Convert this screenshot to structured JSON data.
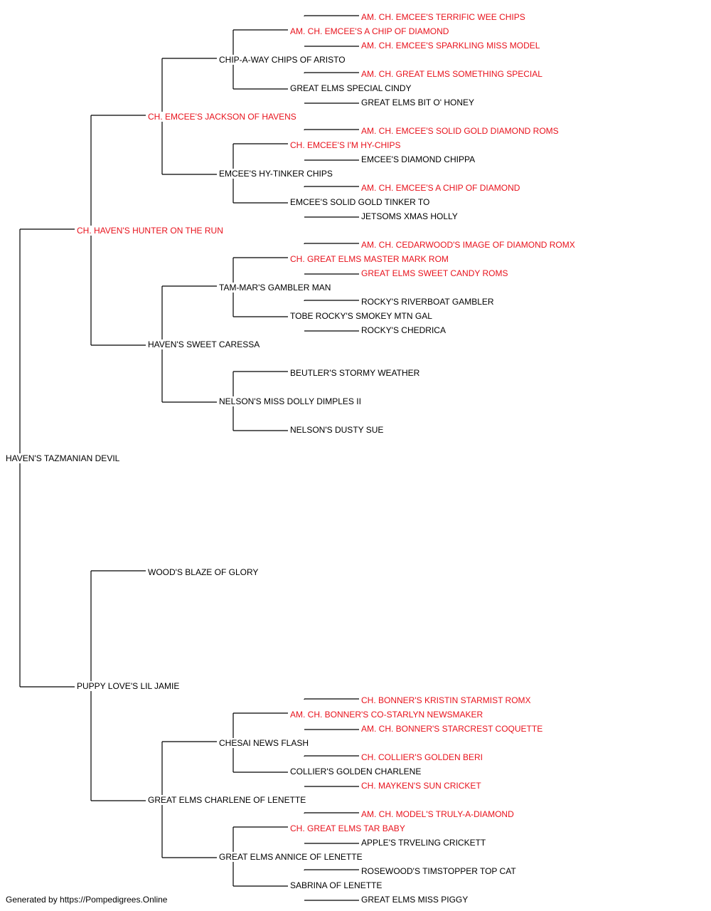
{
  "pedigree": {
    "name": "HAVEN'S TAZMANIAN DEVIL",
    "sire": {
      "name": "CH. HAVEN'S HUNTER ON THE RUN",
      "champion": true,
      "sire": {
        "name": "CH. EMCEE'S JACKSON OF HAVENS",
        "champion": true,
        "sire": {
          "name": "CHIP-A-WAY CHIPS OF ARISTO",
          "sire": {
            "name": "AM. CH. EMCEE'S A CHIP OF DIAMOND",
            "champion": true,
            "sire": {
              "name": "AM. CH. EMCEE'S TERRIFIC WEE CHIPS",
              "champion": true
            },
            "dam": {
              "name": "AM. CH. EMCEE'S SPARKLING MISS MODEL",
              "champion": true
            }
          },
          "dam": {
            "name": "GREAT ELMS SPECIAL CINDY",
            "sire": {
              "name": "AM. CH. GREAT ELMS SOMETHING SPECIAL",
              "champion": true
            },
            "dam": {
              "name": "GREAT ELMS BIT O' HONEY"
            }
          }
        },
        "dam": {
          "name": "EMCEE'S HY-TINKER CHIPS",
          "sire": {
            "name": "CH. EMCEE'S I'M HY-CHIPS",
            "champion": true,
            "sire": {
              "name": "AM. CH. EMCEE'S SOLID GOLD DIAMOND ROMS",
              "champion": true
            },
            "dam": {
              "name": "EMCEE'S DIAMOND CHIPPA"
            }
          },
          "dam": {
            "name": "EMCEE'S SOLID GOLD TINKER TO",
            "sire": {
              "name": "AM. CH. EMCEE'S A CHIP OF DIAMOND",
              "champion": true
            },
            "dam": {
              "name": "JETSOMS XMAS HOLLY"
            }
          }
        }
      },
      "dam": {
        "name": "HAVEN'S SWEET CARESSA",
        "sire": {
          "name": "TAM-MAR'S GAMBLER MAN",
          "sire": {
            "name": "CH. GREAT ELMS MASTER MARK ROM",
            "champion": true,
            "sire": {
              "name": "AM. CH. CEDARWOOD'S IMAGE OF DIAMOND ROMX",
              "champion": true
            },
            "dam": {
              "name": "GREAT ELMS SWEET CANDY ROMS",
              "champion": true
            }
          },
          "dam": {
            "name": "TOBE ROCKY'S SMOKEY MTN GAL",
            "sire": {
              "name": "ROCKY'S RIVERBOAT GAMBLER"
            },
            "dam": {
              "name": "ROCKY'S CHEDRICA"
            }
          }
        },
        "dam": {
          "name": "NELSON'S MISS DOLLY DIMPLES II",
          "sire": {
            "name": "BEUTLER'S STORMY WEATHER"
          },
          "dam": {
            "name": "NELSON'S DUSTY SUE"
          }
        }
      }
    },
    "dam": {
      "name": "PUPPY LOVE'S LIL JAMIE",
      "sire": {
        "name": "WOOD'S BLAZE OF GLORY"
      },
      "dam": {
        "name": "GREAT ELMS CHARLENE OF LENETTE",
        "sire": {
          "name": "CHESAI NEWS FLASH",
          "sire": {
            "name": "AM. CH. BONNER'S CO-STARLYN NEWSMAKER",
            "champion": true,
            "sire": {
              "name": "CH. BONNER'S KRISTIN STARMIST ROMX",
              "champion": true
            },
            "dam": {
              "name": "AM. CH. BONNER'S STARCREST COQUETTE",
              "champion": true
            }
          },
          "dam": {
            "name": "COLLIER'S GOLDEN CHARLENE",
            "sire": {
              "name": "CH. COLLIER'S GOLDEN BERI",
              "champion": true
            },
            "dam": {
              "name": "CH. MAYKEN'S SUN CRICKET",
              "champion": true
            }
          }
        },
        "dam": {
          "name": "GREAT ELMS ANNICE OF LENETTE",
          "sire": {
            "name": "CH. GREAT ELMS TAR BABY",
            "champion": true,
            "sire": {
              "name": "AM. CH. MODEL'S TRULY-A-DIAMOND",
              "champion": true
            },
            "dam": {
              "name": "APPLE'S TRVELING CRICKETT"
            }
          },
          "dam": {
            "name": "SABRINA OF LENETTE",
            "sire": {
              "name": "ROSEWOOD'S TIMSTOPPER TOP CAT"
            },
            "dam": {
              "name": "GREAT ELMS MISS PIGGY"
            }
          }
        }
      }
    }
  },
  "colors": {
    "champion": "#e8121c",
    "regular": "#000000",
    "line": "#000000"
  },
  "footer": "Generated by https://Pompedigrees.Online"
}
